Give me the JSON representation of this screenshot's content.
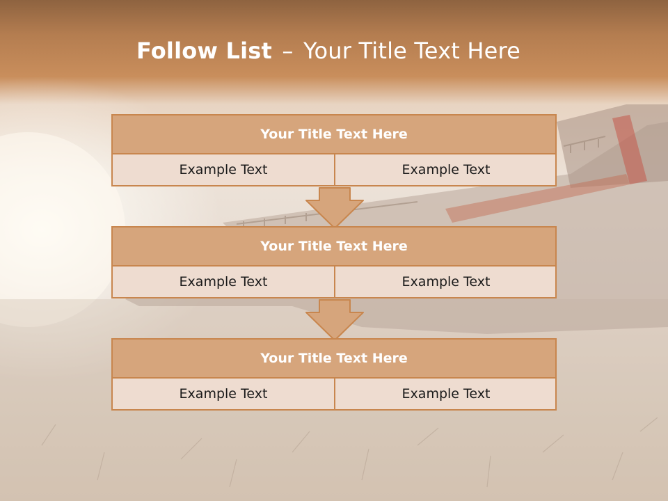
{
  "slide": {
    "title_bold": "Follow List",
    "title_separator": "–",
    "title_rest": "Your Title Text Here"
  },
  "blocks": [
    {
      "title": "Your Title Text Here",
      "left_text": "Example Text",
      "right_text": "Example Text"
    },
    {
      "title": "Your Title Text Here",
      "left_text": "Example Text",
      "right_text": "Example Text"
    },
    {
      "title": "Your Title Text Here",
      "left_text": "Example Text",
      "right_text": "Example Text"
    }
  ],
  "colors": {
    "header_band": "#c98e5c",
    "block_title_fill": "#d6a57c",
    "block_row_fill": "#eedcd0",
    "block_border": "#c8864e",
    "arrow_fill": "#d6a57c"
  }
}
